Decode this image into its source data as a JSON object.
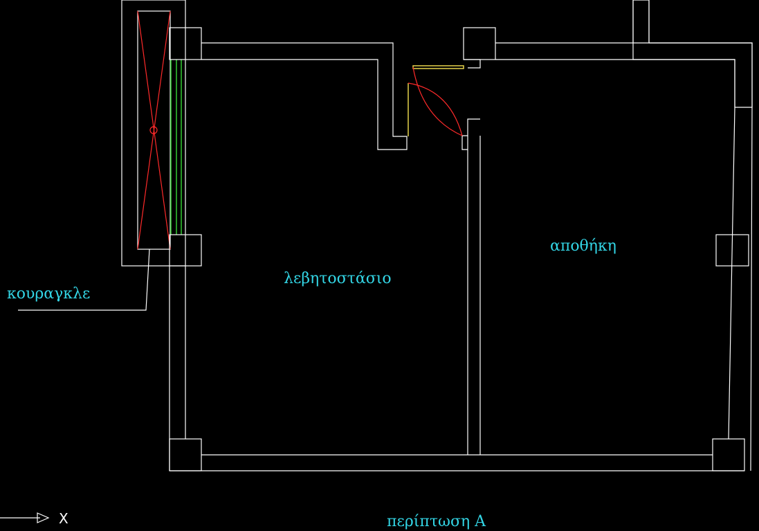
{
  "labels": {
    "room_boiler": "λεβητοστάσιο",
    "room_storage": "αποθήκη",
    "leader_label": "κουραγκλε",
    "caption": "περίπτωση Α",
    "ucs_axis": "X"
  },
  "colors": {
    "background": "#000000",
    "walls": "#ffffff",
    "text": "#33d6e6",
    "hatch": "#e6d34a",
    "flue": "#ff2a2a",
    "glazing": "#33cc33"
  }
}
